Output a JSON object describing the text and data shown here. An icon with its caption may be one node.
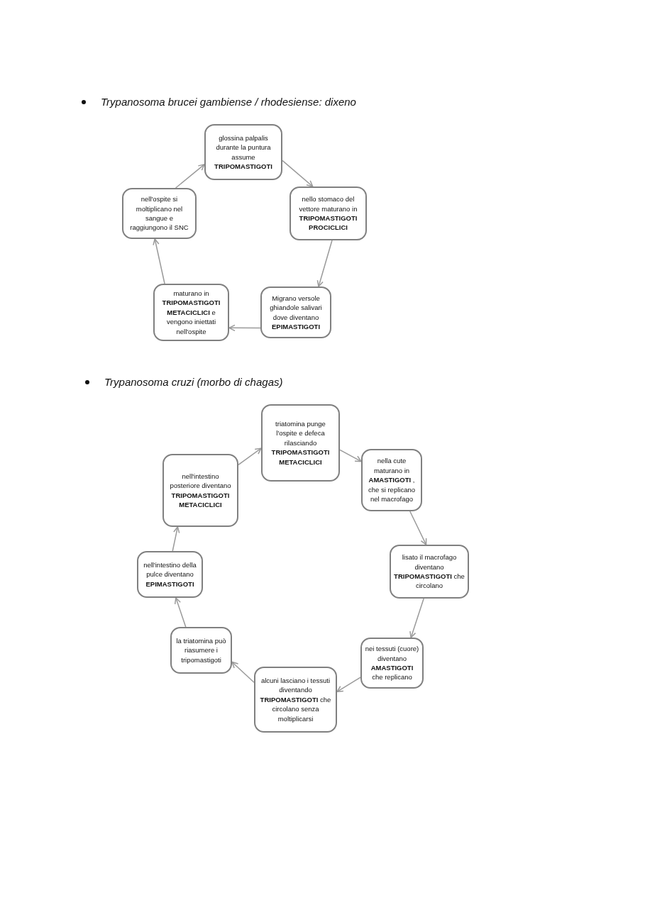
{
  "diagram": {
    "nodes": [
      {
        "text": [
          "glossina palpalis durante la puntura assume **TRIPOMASTIGOTI**"
        ]
      },
      {
        "text": [
          "nello stomaco del vettore maturano in **TRIPOMASTIGOTI PROCICLICI**"
        ]
      },
      {
        "text": [
          "Migrano versole ghiandole salivari dove diventano **EPIMASTIGOTI**"
        ]
      },
      {
        "text": [
          "maturano in **TRIPOMASTIGOTI METACICLICI** e vengono iniettati nell'ospite"
        ]
      },
      {
        "text": [
          "nell'ospite si moltiplicano nel sangue e raggiungono il SNC"
        ]
      },
      {
        "text": [
          "triatomina punge l'ospite e defeca rilasciando **TRIPOMASTIGOTI METACICLICI**"
        ]
      },
      {
        "text": [
          "nella cute maturano in **AMASTIGOTI** , che si replicano nel macrofago"
        ]
      },
      {
        "text": [
          "lisato il macrofago diventano **TRIPOMASTIGOTI** che circolano"
        ]
      },
      {
        "text": [
          "nei tessuti (cuore) diventano **AMASTIGOTI** che replicano"
        ]
      },
      {
        "text": [
          "alcuni lasciano i tessuti diventando **TRIPOMASTIGOTI** che circolano senza moltiplicarsi"
        ]
      },
      {
        "text": [
          "la triatomina può riasumere i tripomastigoti"
        ]
      },
      {
        "text": [
          "nell'intestino della pulce diventano **EPIMASTIGOTI**"
        ]
      },
      {
        "text": [
          "nell'intestino posteriore diventano **TRIPOMASTIGOTI METACICLICI**"
        ]
      }
    ],
    "edges": [
      {
        "from": 0,
        "to": 1,
        "arrow": "to"
      },
      {
        "from": 1,
        "to": 2,
        "arrow": "to"
      },
      {
        "from": 2,
        "to": 3,
        "arrow": "to"
      },
      {
        "from": 3,
        "to": 4,
        "arrow": "to"
      },
      {
        "from": 4,
        "to": 0,
        "arrow": "to"
      },
      {
        "from": 5,
        "to": 6,
        "arrow": "to"
      },
      {
        "from": 6,
        "to": 7,
        "arrow": "to"
      },
      {
        "from": 7,
        "to": 8,
        "arrow": "to"
      },
      {
        "from": 8,
        "to": 9,
        "arrow": "to"
      },
      {
        "from": 9,
        "to": 10,
        "arrow": "to"
      },
      {
        "from": 10,
        "to": 11,
        "arrow": "to"
      },
      {
        "from": 11,
        "to": 12,
        "arrow": "to"
      },
      {
        "from": 12,
        "to": 5,
        "arrow": "to"
      }
    ],
    "labels": [
      "Trypanosoma brucei gambiense / rhodesiense: dixeno",
      "Trypanosoma cruzi (morbo di chagas)"
    ]
  }
}
